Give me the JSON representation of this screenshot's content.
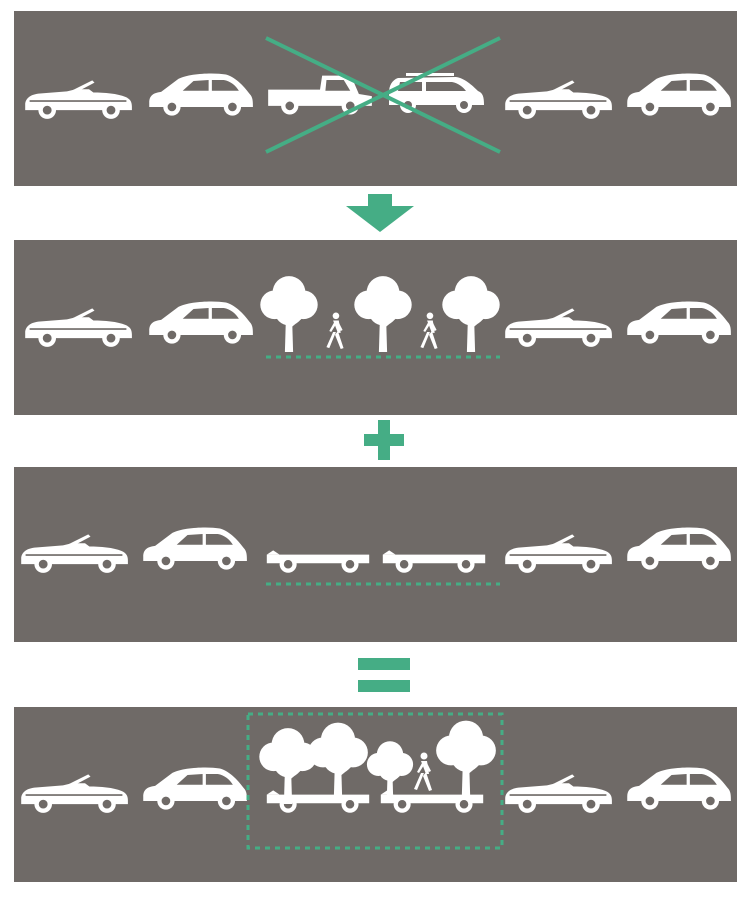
{
  "colors": {
    "background": "#ffffff",
    "panel": "#6f6a67",
    "icon": "#ffffff",
    "accent": "#45ad85"
  },
  "panels": [
    {
      "name": "panel-parked-cars-crossed-out",
      "slots": [
        "convertible",
        "hatchback",
        "pickup",
        "suv",
        "convertible",
        "hatchback"
      ],
      "highlight": "cross-out"
    },
    {
      "name": "panel-parklet-trees",
      "slots": [
        "convertible",
        "hatchback",
        "tree",
        "pedestrian",
        "tree",
        "pedestrian",
        "tree",
        "convertible",
        "hatchback"
      ],
      "highlight": "dotted-underline"
    },
    {
      "name": "panel-platform-chassis",
      "slots": [
        "convertible",
        "hatchback",
        "chassis",
        "chassis",
        "convertible",
        "hatchback"
      ],
      "highlight": "dotted-underline"
    },
    {
      "name": "panel-mobile-parklet",
      "slots": [
        "convertible",
        "hatchback",
        "mobile-parklet",
        "convertible",
        "hatchback"
      ],
      "highlight": "dotted-box"
    }
  ],
  "operators": [
    "arrow-down",
    "plus",
    "equals"
  ]
}
